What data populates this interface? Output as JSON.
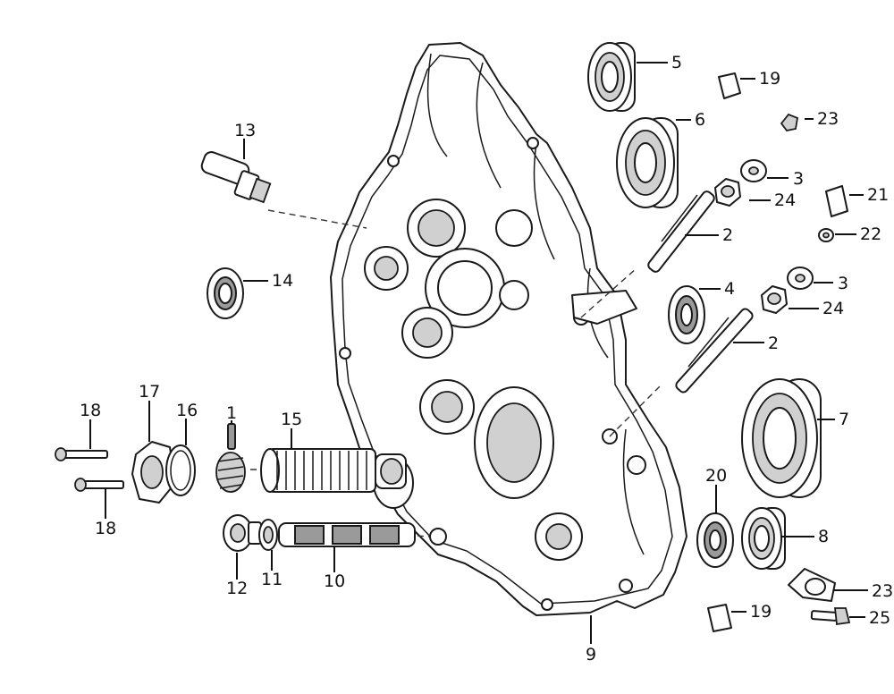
{
  "callouts": [
    {
      "id": "c13",
      "text": "13"
    },
    {
      "id": "c5",
      "text": "5"
    },
    {
      "id": "c19a",
      "text": "19"
    },
    {
      "id": "c23a",
      "text": "23"
    },
    {
      "id": "c6",
      "text": "6"
    },
    {
      "id": "c3a",
      "text": "3"
    },
    {
      "id": "c24a",
      "text": "24"
    },
    {
      "id": "c21",
      "text": "21"
    },
    {
      "id": "c22",
      "text": "22"
    },
    {
      "id": "c2a",
      "text": "2"
    },
    {
      "id": "c14",
      "text": "14"
    },
    {
      "id": "c4",
      "text": "4"
    },
    {
      "id": "c3b",
      "text": "3"
    },
    {
      "id": "c24b",
      "text": "24"
    },
    {
      "id": "c2b",
      "text": "2"
    },
    {
      "id": "c7",
      "text": "7"
    },
    {
      "id": "c18a",
      "text": "18"
    },
    {
      "id": "c17",
      "text": "17"
    },
    {
      "id": "c16",
      "text": "16"
    },
    {
      "id": "c1",
      "text": "1"
    },
    {
      "id": "c15",
      "text": "15"
    },
    {
      "id": "c18b",
      "text": "18"
    },
    {
      "id": "c20",
      "text": "20"
    },
    {
      "id": "c8",
      "text": "8"
    },
    {
      "id": "c12",
      "text": "12"
    },
    {
      "id": "c11",
      "text": "11"
    },
    {
      "id": "c10",
      "text": "10"
    },
    {
      "id": "c23b",
      "text": "23"
    },
    {
      "id": "c19b",
      "text": "19"
    },
    {
      "id": "c25",
      "text": "25"
    },
    {
      "id": "c9",
      "text": "9"
    }
  ]
}
